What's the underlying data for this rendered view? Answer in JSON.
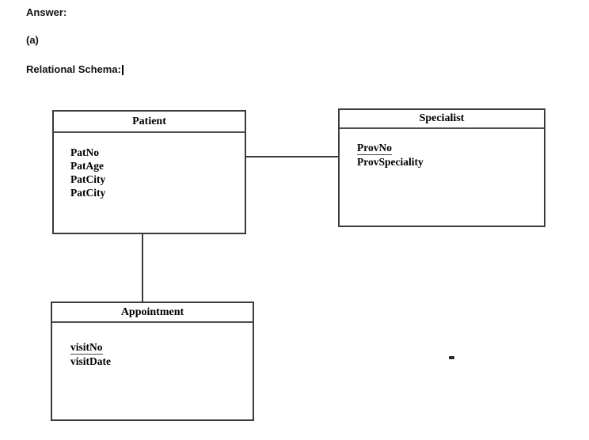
{
  "page": {
    "background_color": "#ffffff",
    "text_color": "#000000",
    "labels": {
      "answer": "Answer:",
      "part": "(a)",
      "section": "Relational Schema:"
    }
  },
  "diagram": {
    "line_color": "#3b3b3b",
    "entities": [
      {
        "title": "Patient",
        "attributes": [
          {
            "name": "PatNo",
            "underlined": false
          },
          {
            "name": "PatAge",
            "underlined": false
          },
          {
            "name": "PatCity",
            "underlined": false
          },
          {
            "name": "PatCity",
            "underlined": false
          }
        ]
      },
      {
        "title": "Specialist",
        "attributes": [
          {
            "name": "ProvNo",
            "underlined": true
          },
          {
            "name": "ProvSpeciality",
            "underlined": false
          }
        ]
      },
      {
        "title": "Appointment",
        "attributes": [
          {
            "name": "visitNo",
            "underlined": true
          },
          {
            "name": "visitDate",
            "underlined": false
          }
        ]
      }
    ],
    "connectors": [
      {
        "from": "Patient",
        "to": "Specialist",
        "type": "horizontal-line"
      },
      {
        "from": "Patient",
        "to": "Appointment",
        "type": "vertical-line"
      }
    ]
  }
}
